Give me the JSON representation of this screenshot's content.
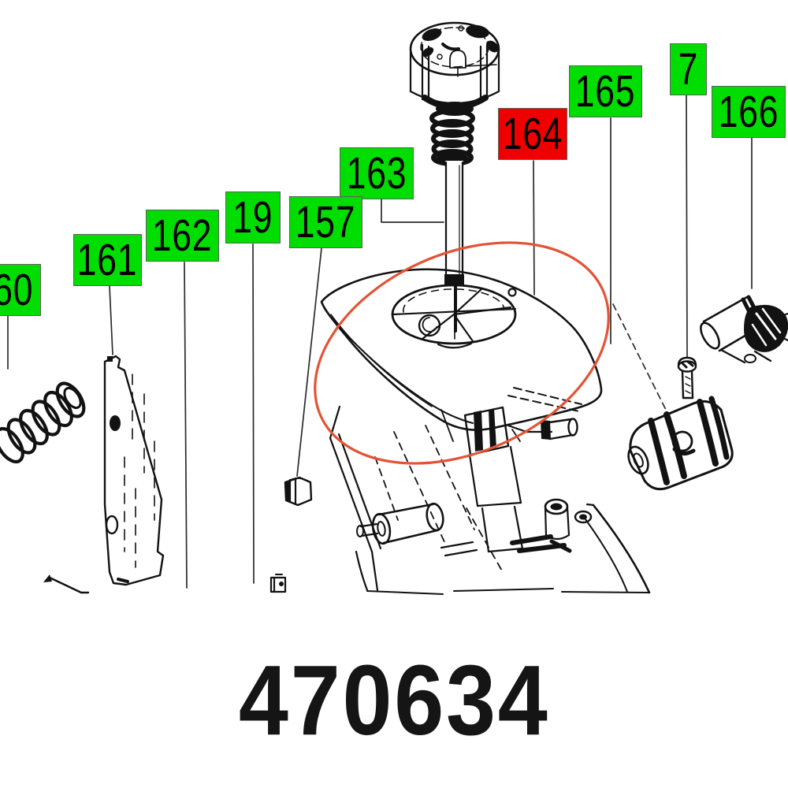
{
  "diagram": {
    "kind": "exploded-parts-diagram",
    "part_number": "470634",
    "highlight": {
      "shape": "ellipse",
      "color": "#e25436",
      "encircles_label": "164"
    },
    "label_colors": {
      "default_bg": "#00dd00",
      "selected_bg": "#ee0000",
      "text": "#000000",
      "border": "#5e5e5e"
    },
    "labels": [
      {
        "text": "60",
        "selected": false
      },
      {
        "text": "161",
        "selected": false
      },
      {
        "text": "162",
        "selected": false
      },
      {
        "text": "19",
        "selected": false
      },
      {
        "text": "157",
        "selected": false
      },
      {
        "text": "163",
        "selected": false
      },
      {
        "text": "164",
        "selected": true
      },
      {
        "text": "165",
        "selected": false
      },
      {
        "text": "7",
        "selected": false
      },
      {
        "text": "166",
        "selected": false
      }
    ]
  }
}
